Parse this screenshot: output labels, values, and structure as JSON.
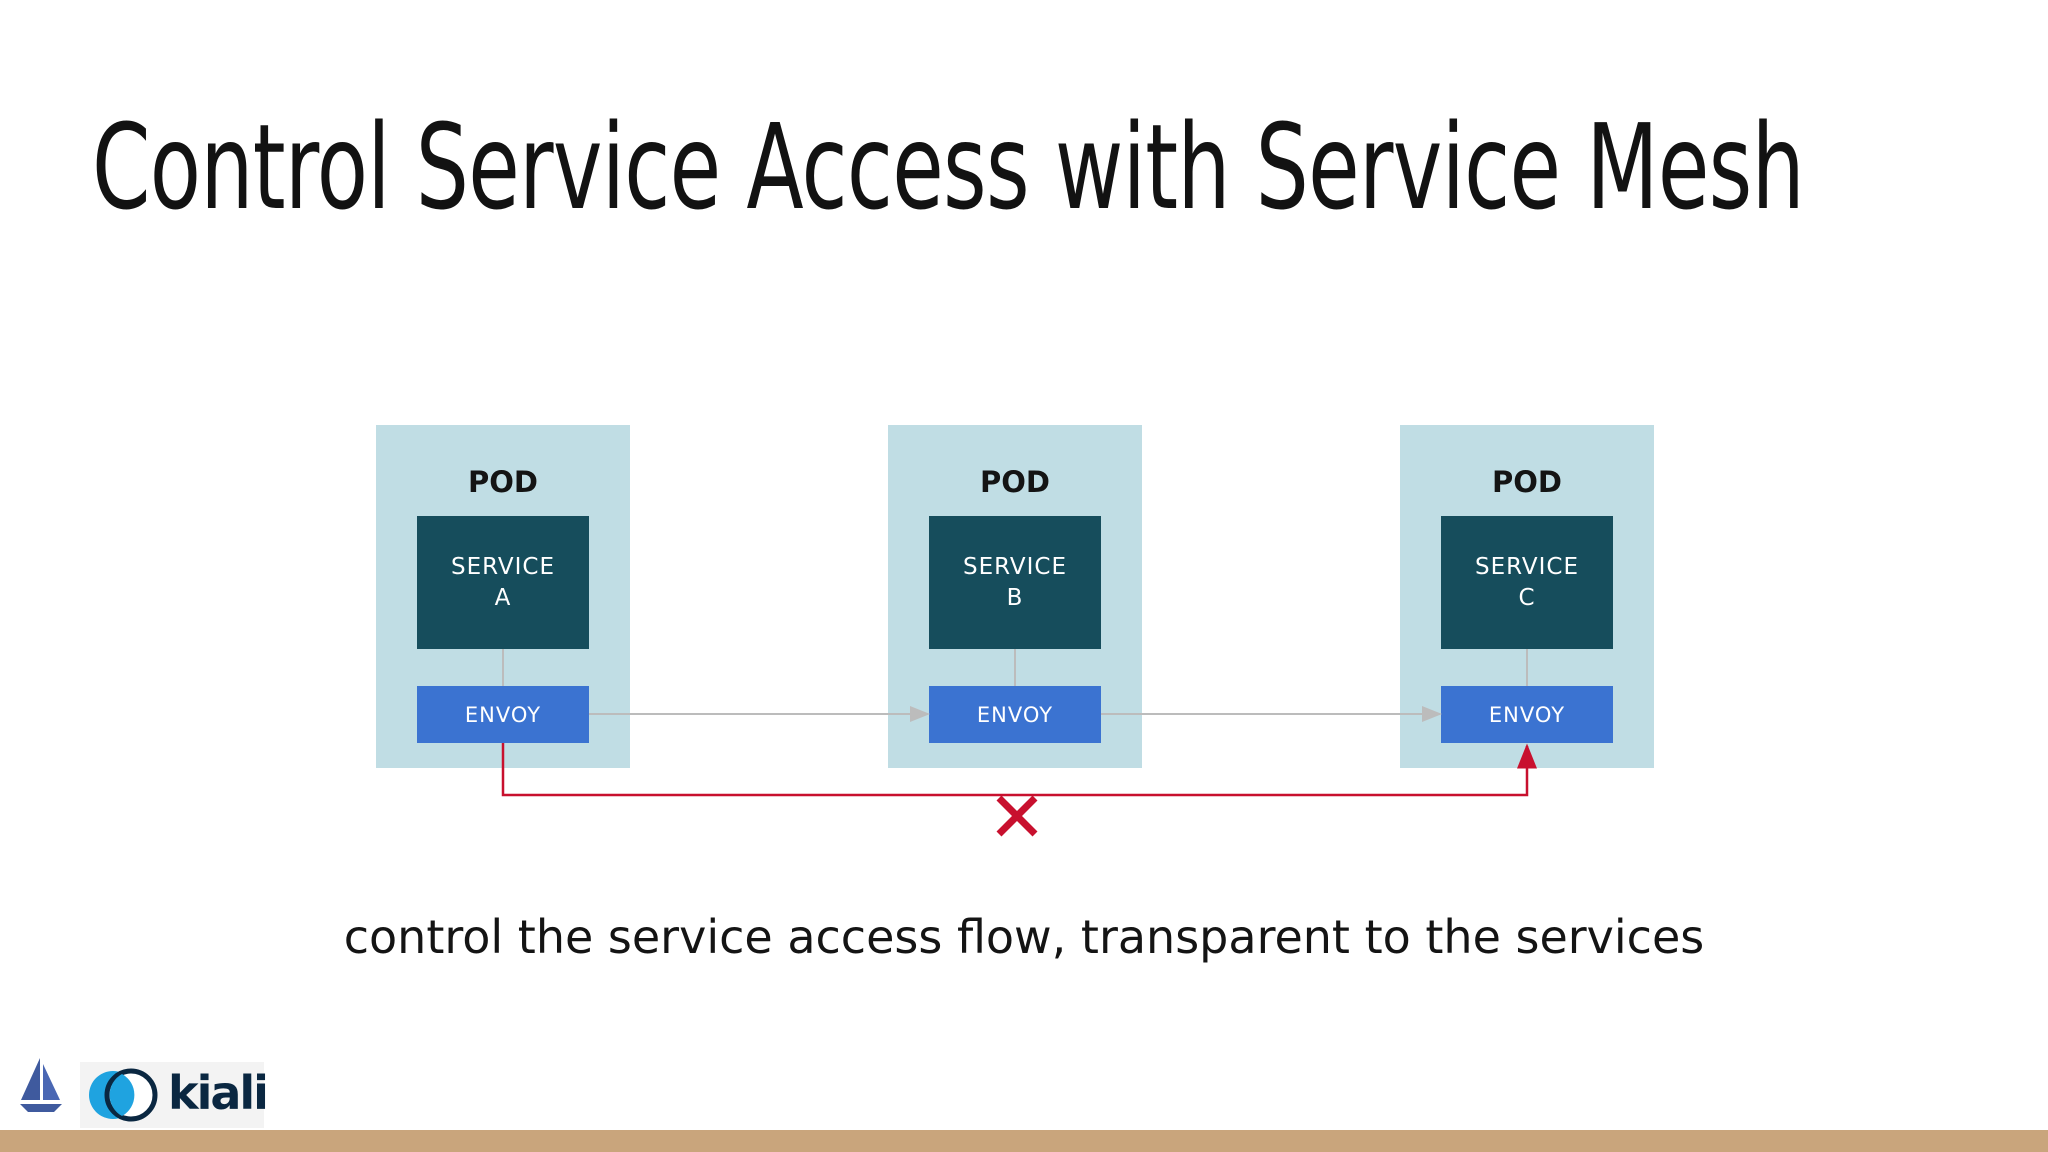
{
  "title": "Control Service Access with Service Mesh",
  "pods": [
    {
      "label": "POD",
      "service_line1": "SERVICE",
      "service_line2": "A",
      "proxy": "ENVOY"
    },
    {
      "label": "POD",
      "service_line1": "SERVICE",
      "service_line2": "B",
      "proxy": "ENVOY"
    },
    {
      "label": "POD",
      "service_line1": "SERVICE",
      "service_line2": "C",
      "proxy": "ENVOY"
    }
  ],
  "caption": "control the service access flow, transparent to the services",
  "logo": {
    "text": "kiali"
  },
  "colors": {
    "pod_bg": "#c0dde4",
    "service_bg": "#164d5c",
    "envoy_bg": "#3b73d1",
    "blocked_path": "#c8102e",
    "allowed_path": "#bcbcbc",
    "footer_bar": "#c9a57c"
  },
  "icons": [
    "sail-icon",
    "kiali-logo-icon",
    "blocked-x-icon"
  ]
}
